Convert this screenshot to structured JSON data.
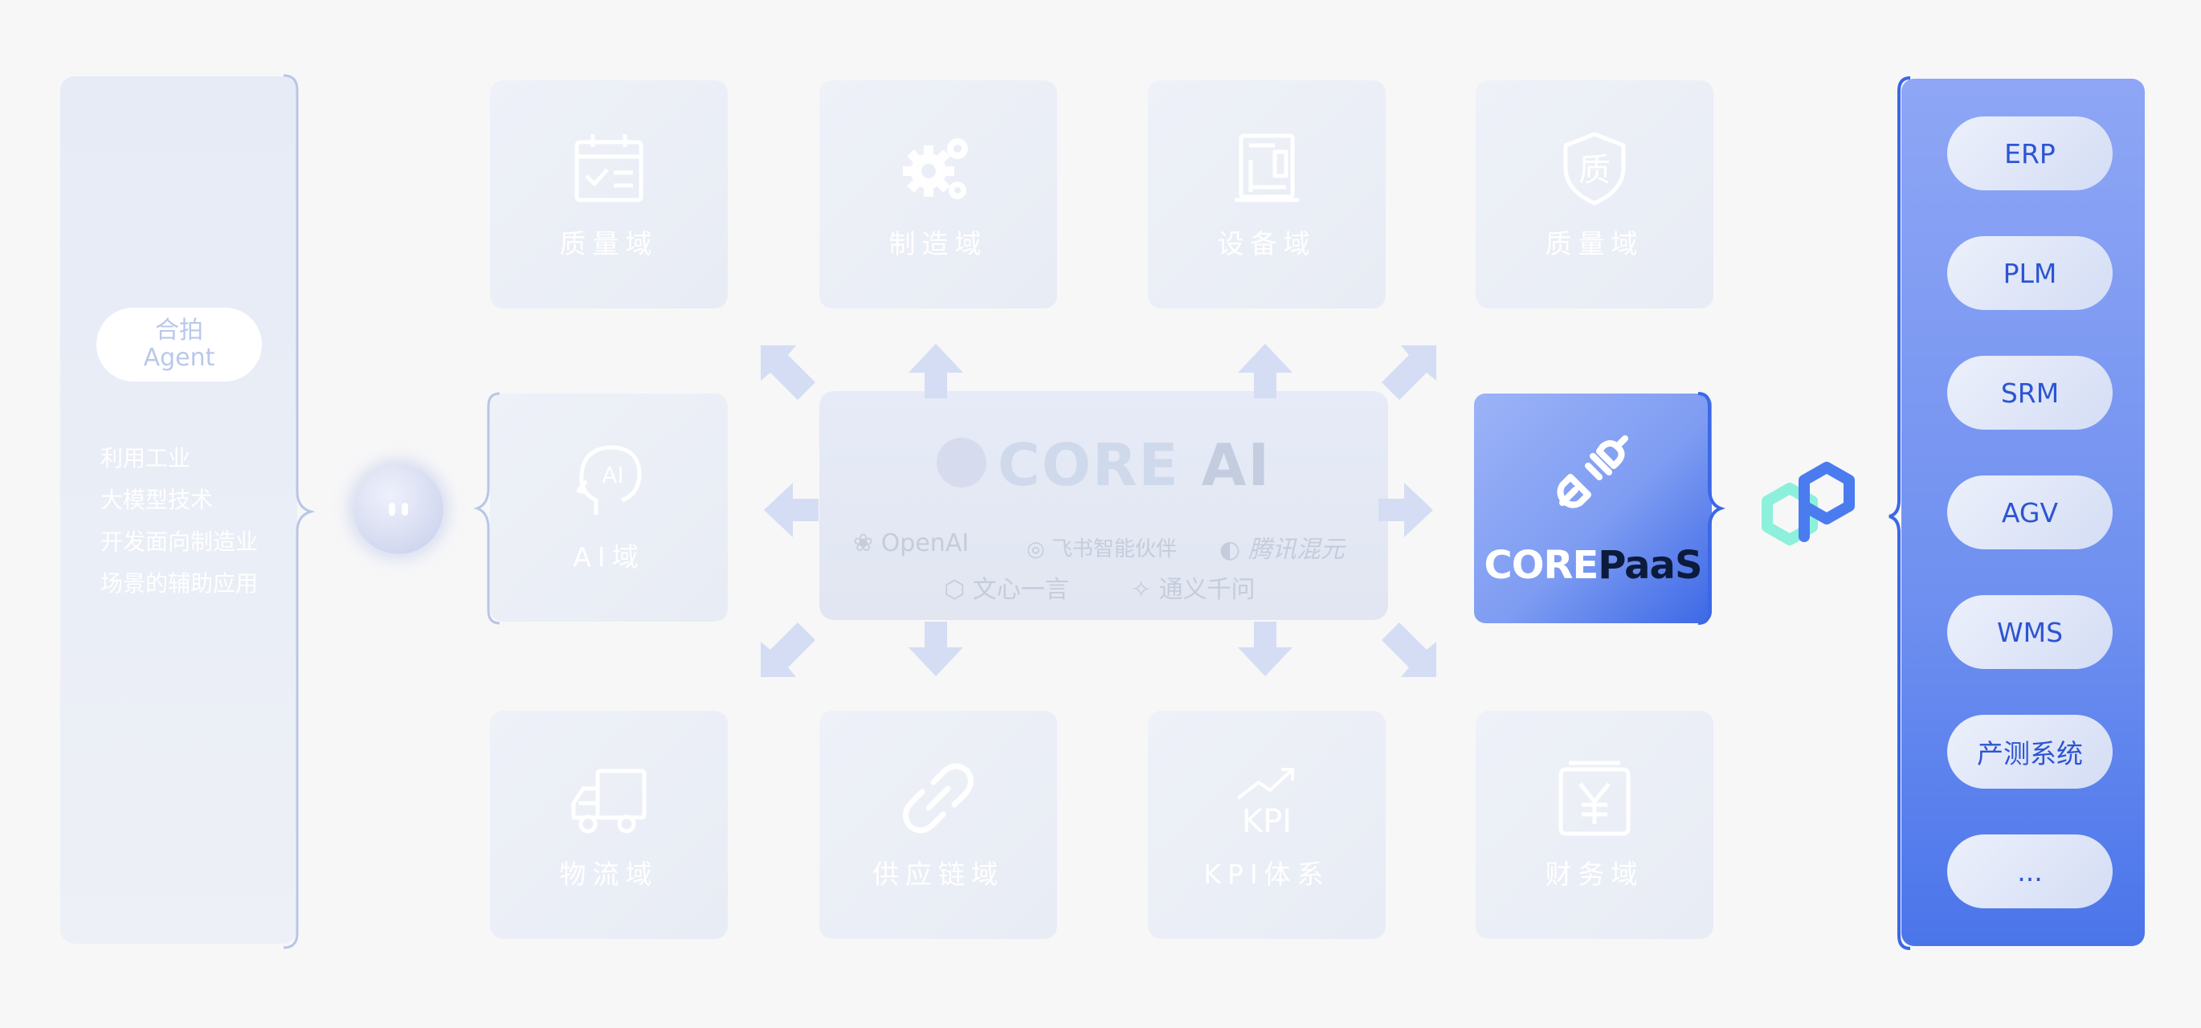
{
  "agent": {
    "badge_line1": "合拍",
    "badge_line2": "Agent",
    "desc": [
      "利用工业",
      "大模型技术",
      "开发面向制造业",
      "场景的辅助应用"
    ]
  },
  "domains": {
    "top": [
      {
        "label": "质量域",
        "icon": "calendar-check-icon"
      },
      {
        "label": "制造域",
        "icon": "gears-icon"
      },
      {
        "label": "设备域",
        "icon": "machine-icon"
      },
      {
        "label": "质量域",
        "icon": "quality-shield-icon"
      }
    ],
    "ai": {
      "label": "AI域",
      "icon": "ai-head-icon"
    },
    "bottom": [
      {
        "label": "物流域",
        "icon": "truck-icon"
      },
      {
        "label": "供应链域",
        "icon": "chain-link-icon"
      },
      {
        "label": "KPI体系",
        "icon": "kpi-chart-icon"
      },
      {
        "label": "财务域",
        "icon": "yuan-icon"
      }
    ]
  },
  "core": {
    "title_part1": "CORE",
    "title_part2": "AI",
    "partners": [
      "OpenAI",
      "飞书智能伙伴",
      "腾讯混元",
      "文心一言",
      "通义千问"
    ]
  },
  "paas": {
    "part1": "CORE",
    "part2": "PaaS",
    "icon": "plug-icon"
  },
  "systems": [
    "ERP",
    "PLM",
    "SRM",
    "AGV",
    "WMS",
    "产测系统",
    "..."
  ],
  "colors": {
    "accent": "#3c68e6",
    "panel_light": "#e8ecf5",
    "logo_teal": "#7ef0d8",
    "logo_blue": "#4a7cf0"
  }
}
